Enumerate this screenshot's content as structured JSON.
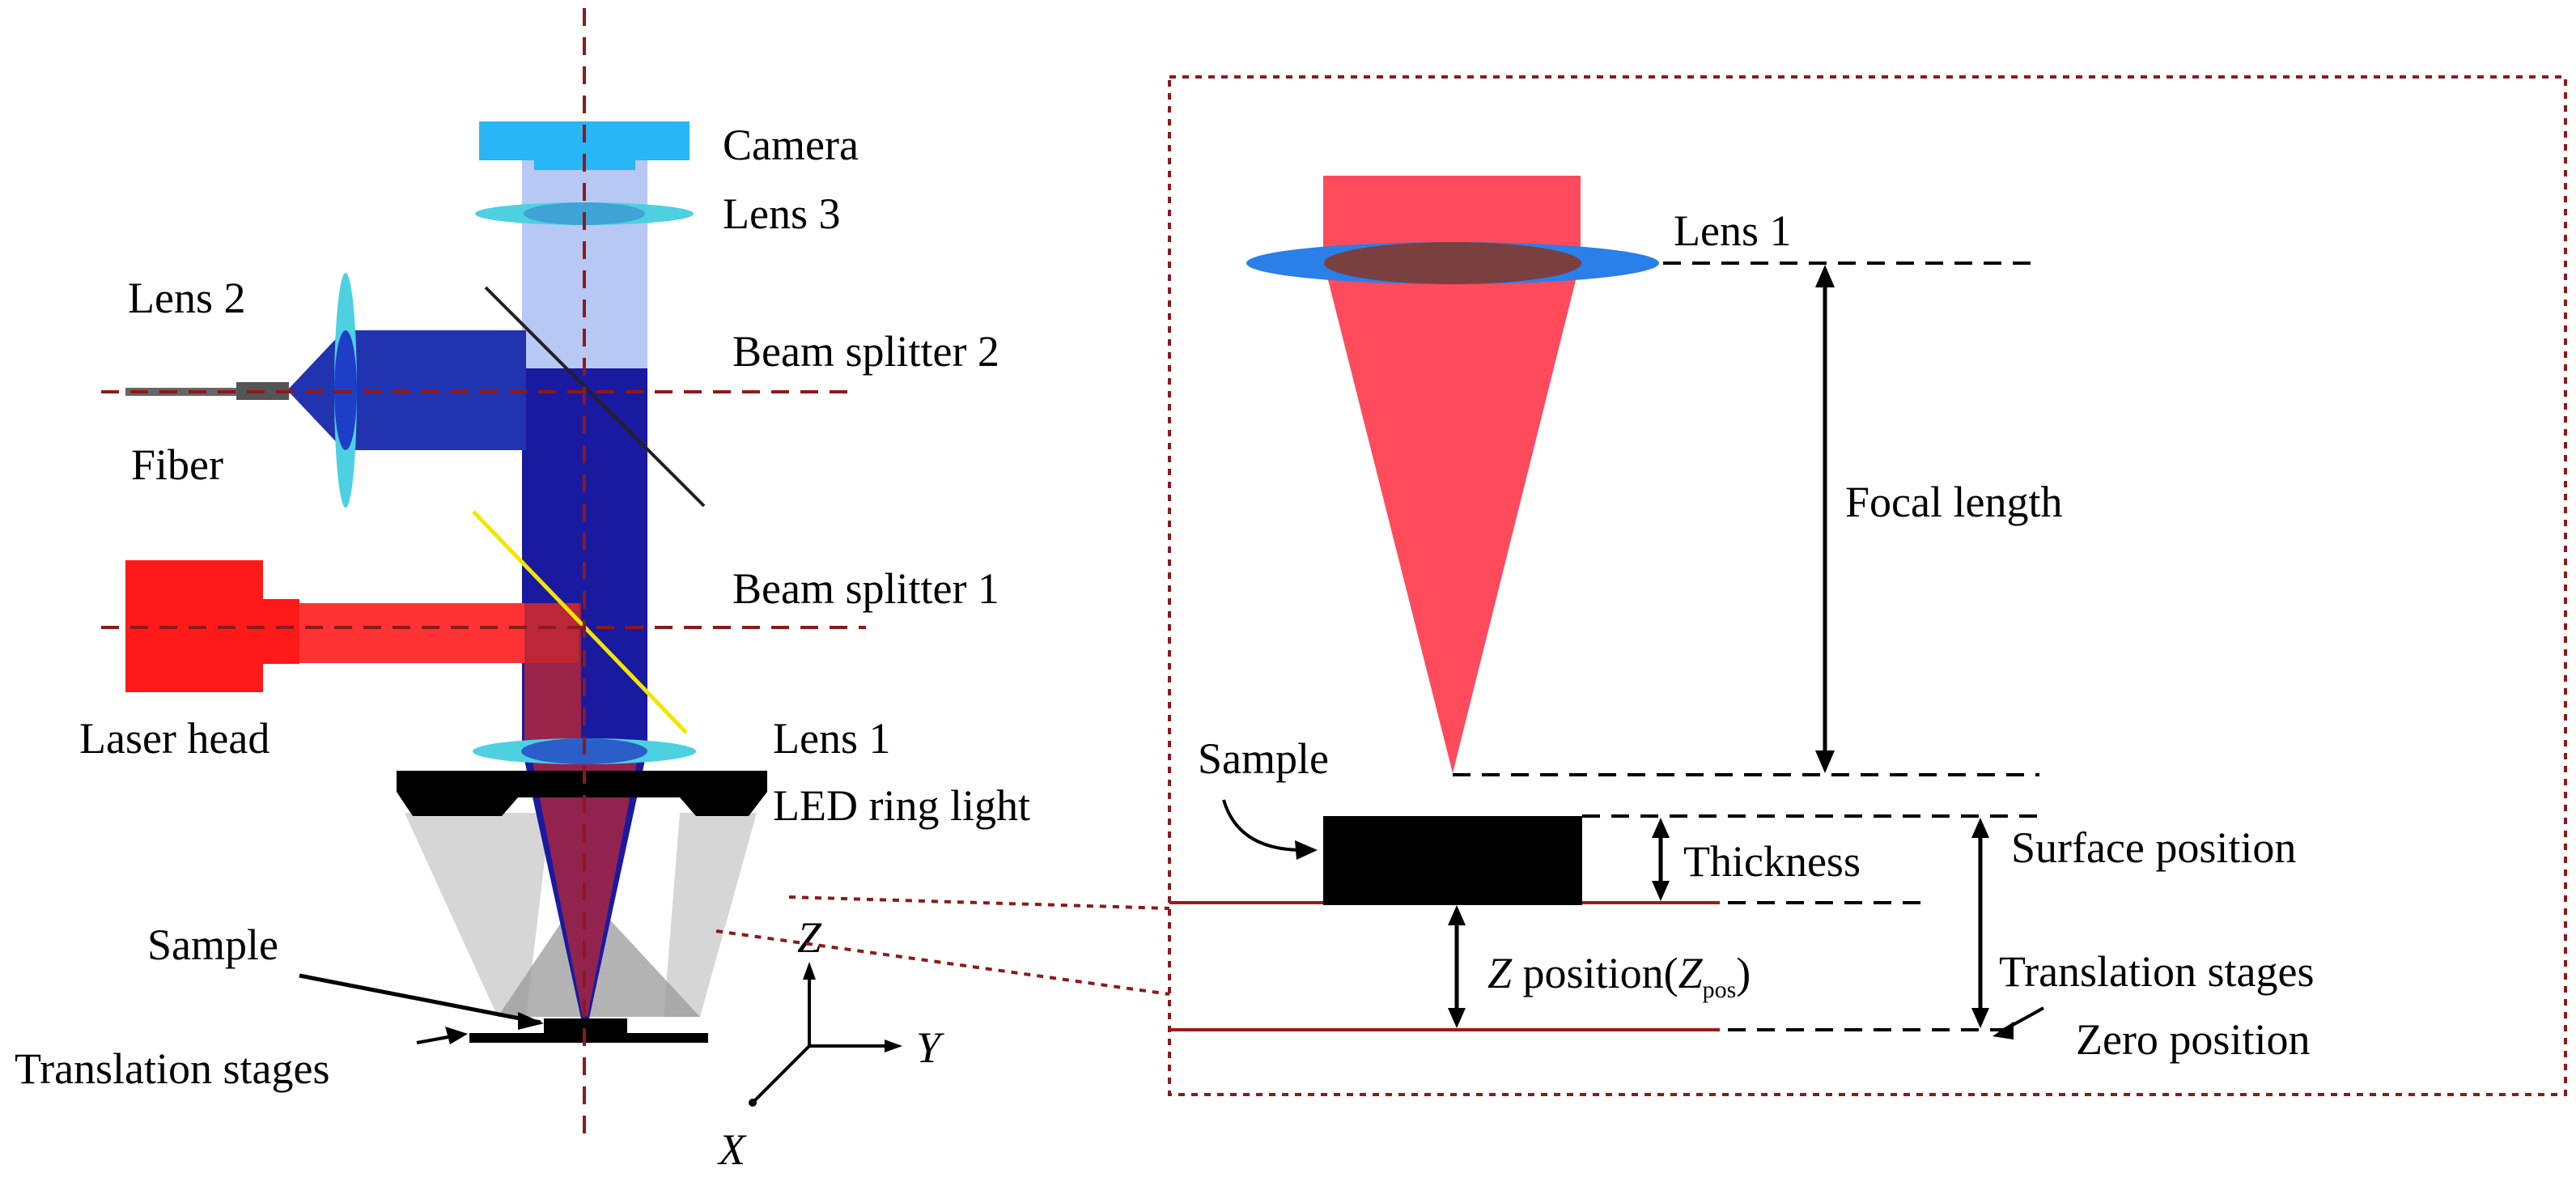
{
  "left_panel": {
    "labels": {
      "camera": "Camera",
      "lens3": "Lens 3",
      "lens2": "Lens 2",
      "beam_splitter_2": "Beam splitter 2",
      "fiber": "Fiber",
      "beam_splitter_1": "Beam splitter 1",
      "laser_head": "Laser head",
      "lens1": "Lens 1",
      "led_ring_light": "LED ring light",
      "sample": "Sample",
      "translation_stages": "Translation stages"
    },
    "axes": {
      "z": "Z",
      "y": "Y",
      "x": "X"
    }
  },
  "right_panel": {
    "labels": {
      "lens1": "Lens 1",
      "focal_length": "Focal length",
      "sample": "Sample",
      "thickness": "Thickness",
      "surface_position": "Surface position",
      "z_italic": "Z",
      "z_position_text": " position(",
      "z_pos_main": "Z",
      "z_pos_sub": "pos",
      "z_pos_close": ")",
      "translation_stages": "Translation stages",
      "zero_position": "Zero position"
    }
  },
  "colors": {
    "axis_dash": "#8B1A1A",
    "camera": "#29B6F6",
    "lens": "#4DD0E1",
    "blue_beam": "#1A1AA0",
    "light_beam": "#B3C6F2",
    "laser": "#FF1A1A",
    "red_cone": "#FF4B5C",
    "lens1_right": "#2A7FE8",
    "splitter_1": "#F2E600",
    "led_gray": "#CFCFCF"
  }
}
